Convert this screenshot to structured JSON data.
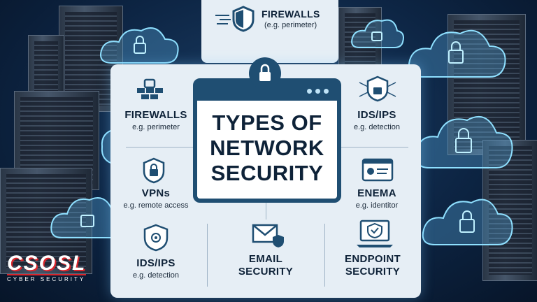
{
  "title": {
    "line1": "TYPES OF",
    "line2": "NETWORK",
    "line3": "SECURITY"
  },
  "top": {
    "label": "FIREWALLS",
    "sub": "(e.g. perimeter)"
  },
  "left1": {
    "label": "FIREWALLS",
    "sub": "e.g. perimeter"
  },
  "left2": {
    "label": "VPNs",
    "sub": "e.g. remote access"
  },
  "left3": {
    "label": "IDS/IPS",
    "sub": "e.g. detection"
  },
  "right1": {
    "label": "IDS/IPS",
    "sub": "e.g. detection"
  },
  "right2": {
    "label": "ENEMA",
    "sub": "e.g. identitor"
  },
  "bottom_mid": {
    "label_line1": "EMAIL",
    "label_line2": "SECURITY"
  },
  "bottom_right": {
    "label_line1": "ENDPOINT",
    "label_line2": "SECURITY"
  },
  "logo": {
    "main": "CSOSL",
    "tagline": "CYBER SECURITY"
  },
  "colors": {
    "panel": "#e6eef5",
    "accent": "#1f4e72",
    "glow": "#7fd6ff",
    "logo_red": "#d8262c"
  }
}
